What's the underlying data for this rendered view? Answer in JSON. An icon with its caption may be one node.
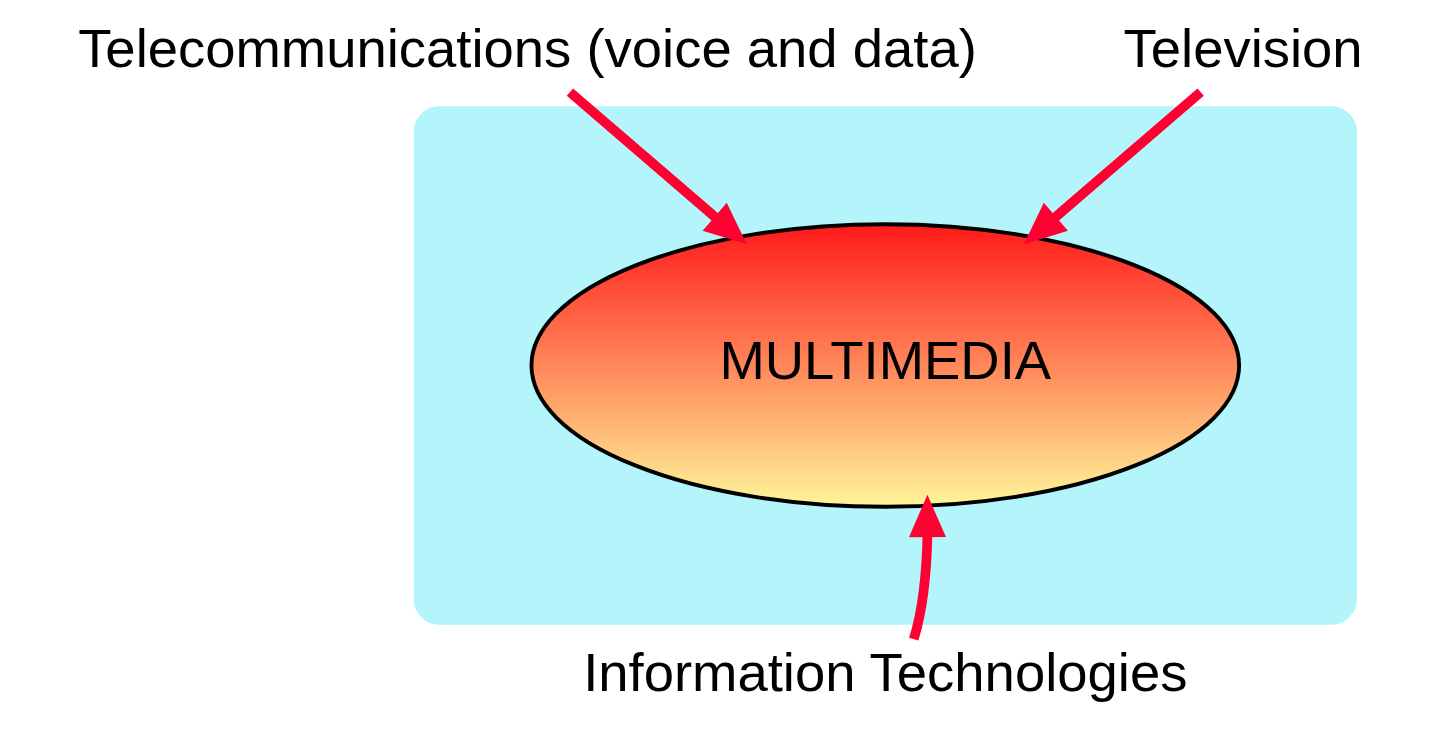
{
  "diagram": {
    "nodes": [
      {
        "text": [],
        "shape": "ellipse"
      },
      {
        "text": [
          "MULTIMEDIA"
        ],
        "in": 0
      },
      {
        "text": [
          "Telecommunications (voice and data)"
        ]
      },
      {
        "text": [
          "Television"
        ]
      },
      {
        "text": [
          "Information Technologies"
        ]
      }
    ],
    "edges": [
      {
        "from": 2,
        "to": 1,
        "arrow": "to"
      },
      {
        "from": 3,
        "to": 1,
        "arrow": "to"
      },
      {
        "from": 4,
        "to": 1,
        "arrow": "to"
      }
    ]
  }
}
